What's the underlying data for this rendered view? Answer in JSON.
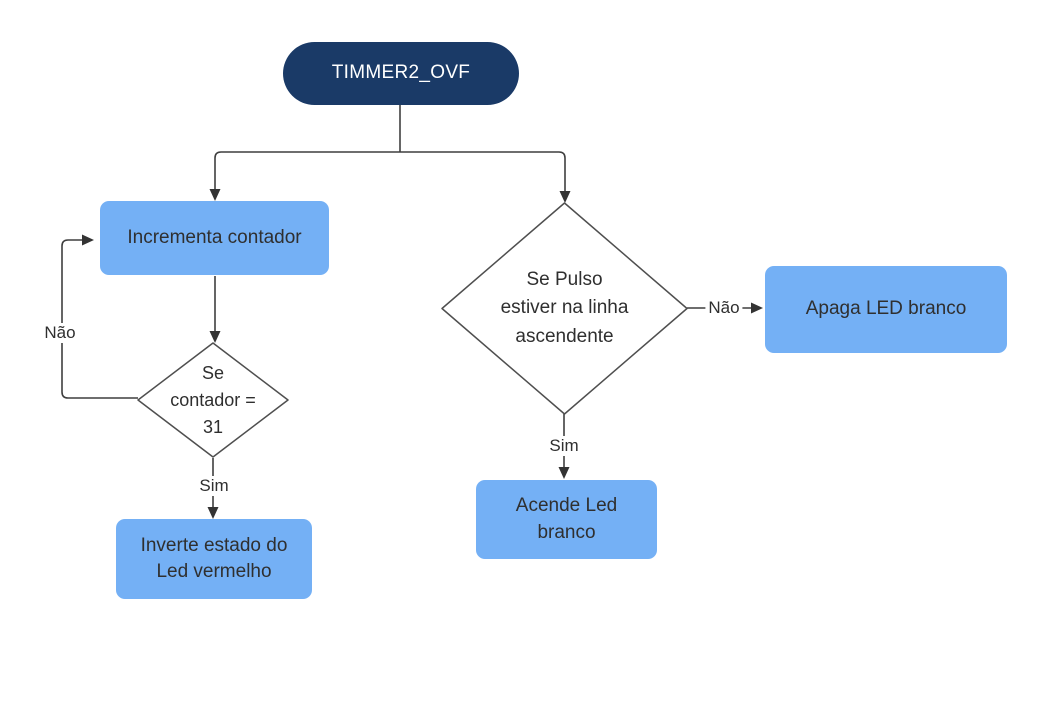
{
  "colors": {
    "start_node_fill": "#1a3a67",
    "start_node_text": "#ffffff",
    "process_fill": "#74b0f5",
    "process_text": "#2f2f2f",
    "decision_fill": "#ffffff",
    "decision_stroke": "#4f4f4f",
    "connector": "#3f3f3f",
    "arrowhead": "#333333"
  },
  "nodes": {
    "start": {
      "label": "TIMMER2_OVF"
    },
    "increment_counter": {
      "label": "Incrementa contador"
    },
    "counter_check": {
      "lines": [
        "Se",
        "contador =",
        "31"
      ]
    },
    "invert_red_led": {
      "lines": [
        "Inverte estado do",
        "Led vermelho"
      ]
    },
    "pulse_check": {
      "lines": [
        "Se Pulso",
        "estiver na linha",
        "ascendente"
      ]
    },
    "turn_off_white_led": {
      "label": "Apaga LED branco"
    },
    "turn_on_white_led": {
      "lines": [
        "Acende Led",
        "branco"
      ]
    }
  },
  "edge_labels": {
    "counter_no": "Não",
    "counter_yes": "Sim",
    "pulse_no": "Não",
    "pulse_yes": "Sim"
  }
}
